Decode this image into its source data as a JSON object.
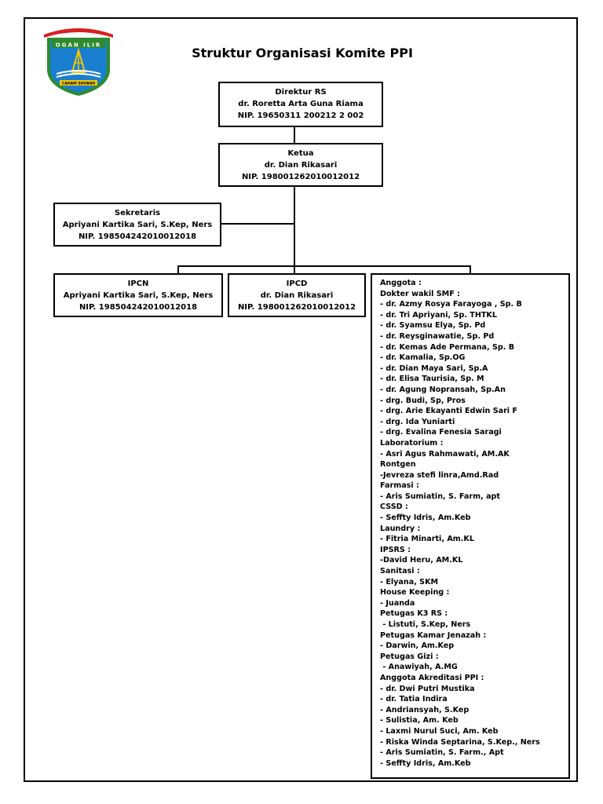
{
  "logo": {
    "text": "OGAN ILIR",
    "ribbon_text": "CAHAM SHUBAH",
    "colors": {
      "shield": "#1b7fcf",
      "wreath": "#2e8b2e",
      "gold": "#f2c500",
      "red": "#d62020"
    }
  },
  "title": "Struktur Organisasi Komite PPI",
  "direktur": {
    "role": "Direktur RS",
    "name": "dr. Roretta Arta Guna Riama",
    "nip": "NIP. 19650311 200212 2 002"
  },
  "ketua": {
    "role": "Ketua",
    "name": "dr. Dian Rikasari",
    "nip": "NIP. 198001262010012012"
  },
  "sekretaris": {
    "role": "Sekretaris",
    "name": "Apriyani Kartika Sari, S.Kep, Ners",
    "nip": "NIP. 198504242010012018"
  },
  "ipcn": {
    "role": "IPCN",
    "name": "Apriyani Kartika Sari, S.Kep, Ners",
    "nip": "NIP. 198504242010012018"
  },
  "ipcd": {
    "role": "IPCD",
    "name": "dr. Dian Rikasari",
    "nip": "NIP. 198001262010012012"
  },
  "anggota": [
    "Anggota :",
    "Dokter wakil SMF :",
    "- dr. Azmy Rosya Farayoga , Sp. B",
    "- dr. Tri Apriyani, Sp. THTKL",
    "- dr. Syamsu Elya, Sp. Pd",
    "- dr. Reysginawatie, Sp. Pd",
    "- dr. Kemas Ade Permana, Sp. B",
    "- dr. Kamalia, Sp.OG",
    "- dr. Dian Maya Sari, Sp.A",
    "- dr. Elisa Taurisia, Sp. M",
    "- dr. Agung Nopransah, Sp.An",
    "- drg. Budi, Sp, Pros",
    "- drg. Arie Ekayanti Edwin Sari F",
    "- drg. Ida Yuniarti",
    "- drg. Evalina Fenesia Saragi",
    "Laboratorium :",
    "- Asri Agus Rahmawati, AM.AK",
    "Rontgen",
    "-Jevreza stefi linra,Amd.Rad",
    "Farmasi :",
    "- Aris Sumiatin, S. Farm, apt",
    "CSSD :",
    "- Seffty Idris, Am.Keb",
    "Laundry :",
    "- Fitria Minarti, Am.KL",
    "IPSRS :",
    "-David Heru, AM.KL",
    "Sanitasi :",
    "- Elyana, SKM",
    "House Keeping :",
    "- Juanda",
    "Petugas K3 RS :",
    " - Listuti, S.Kep, Ners",
    "Petugas Kamar Jenazah :",
    "- Darwin, Am.Kep",
    "Petugas Gizi :",
    " - Anawiyah, A.MG",
    "Anggota Akreditasi PPI :",
    "- dr. Dwi Putri Mustika",
    "- dr. Tatia Indira",
    "- Andriansyah, S.Kep",
    "- Sulistia, Am. Keb",
    "- Laxmi Nurul Suci, Am. Keb",
    "- Riska Winda Septarina, S.Kep., Ners",
    "- Aris Sumiatin, S. Farm., Apt",
    "- Seffty Idris, Am.Keb"
  ]
}
